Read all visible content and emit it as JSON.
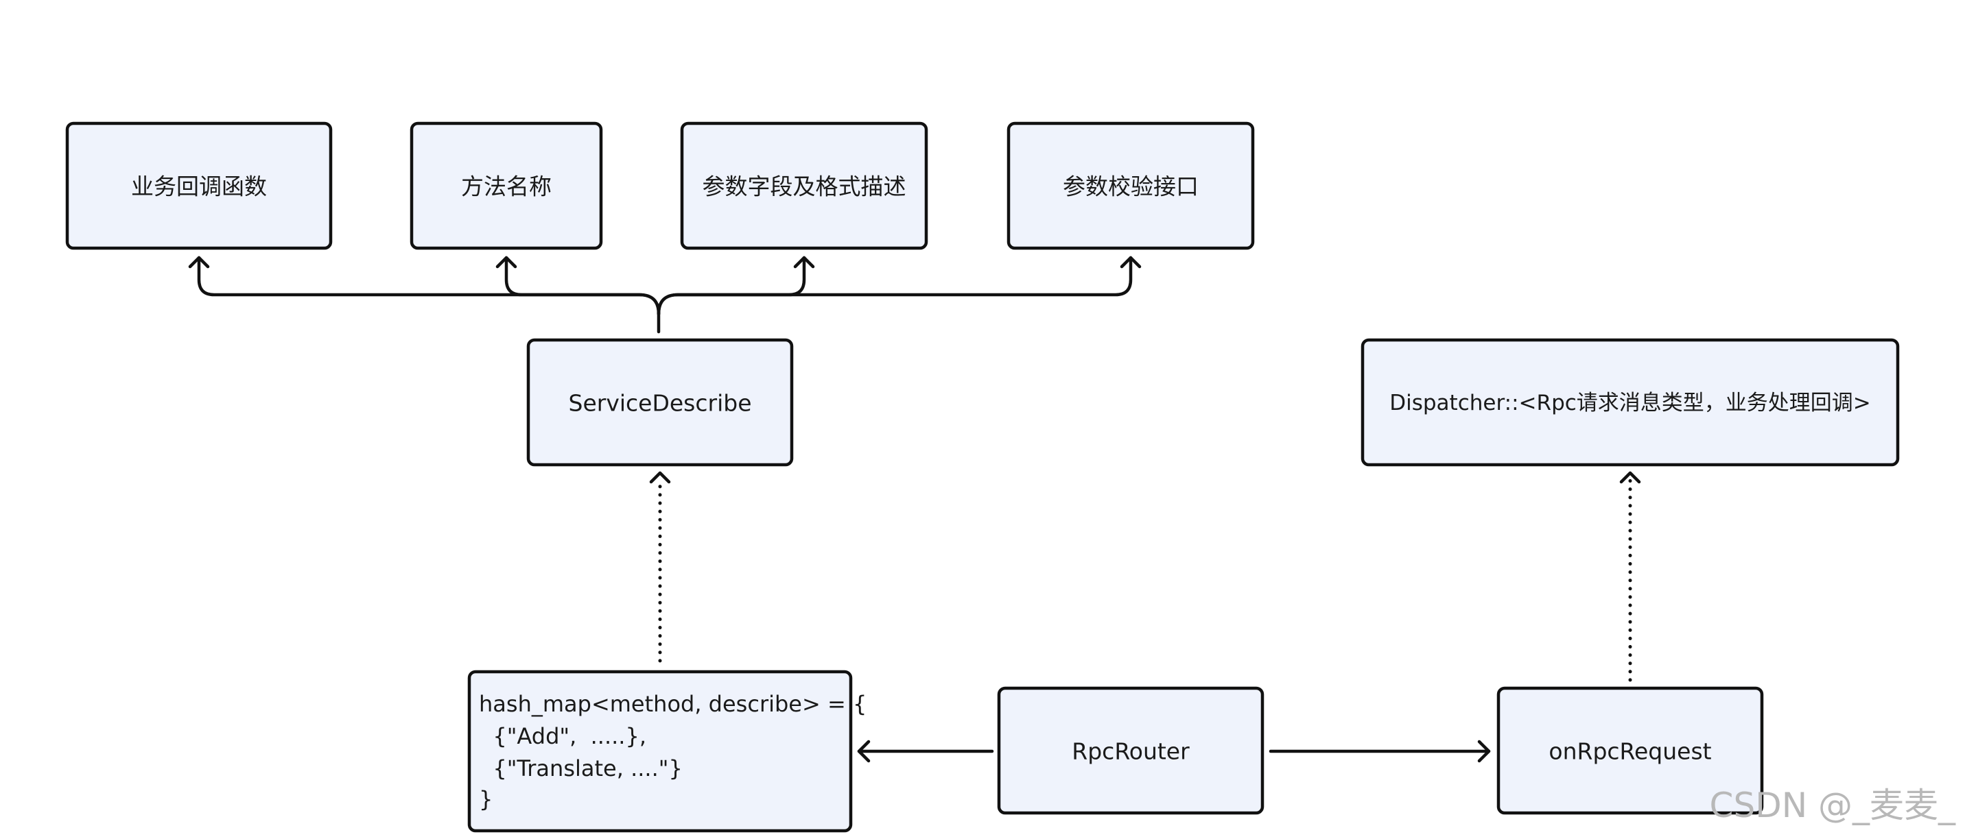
{
  "nodes": {
    "callback": {
      "label": "业务回调函数"
    },
    "method_name": {
      "label": "方法名称"
    },
    "param_fields": {
      "label": "参数字段及格式描述"
    },
    "param_check": {
      "label": "参数校验接口"
    },
    "service_describe": {
      "label": "ServiceDescribe"
    },
    "dispatcher": {
      "label": "Dispatcher::<Rpc请求消息类型，业务处理回调>"
    },
    "hash_map": {
      "lines": [
        "hash_map<method, describe> = {",
        "  {\"Add\",  .....},",
        "  {\"Translate, ....\"}",
        "}"
      ]
    },
    "rpc_router": {
      "label": "RpcRouter"
    },
    "on_rpc_request": {
      "label": "onRpcRequest"
    }
  },
  "edges": [
    {
      "from": "service_describe",
      "to": "callback",
      "style": "solid"
    },
    {
      "from": "service_describe",
      "to": "method_name",
      "style": "solid"
    },
    {
      "from": "service_describe",
      "to": "param_fields",
      "style": "solid"
    },
    {
      "from": "service_describe",
      "to": "param_check",
      "style": "solid"
    },
    {
      "from": "hash_map",
      "to": "service_describe",
      "style": "dotted"
    },
    {
      "from": "rpc_router",
      "to": "hash_map",
      "style": "solid"
    },
    {
      "from": "rpc_router",
      "to": "on_rpc_request",
      "style": "solid"
    },
    {
      "from": "on_rpc_request",
      "to": "dispatcher",
      "style": "dotted"
    }
  ],
  "watermark": "CSDN @_麦麦_",
  "colors": {
    "node_fill": "#eff3fc",
    "stroke": "#111111",
    "watermark": "#b8b8b8"
  }
}
